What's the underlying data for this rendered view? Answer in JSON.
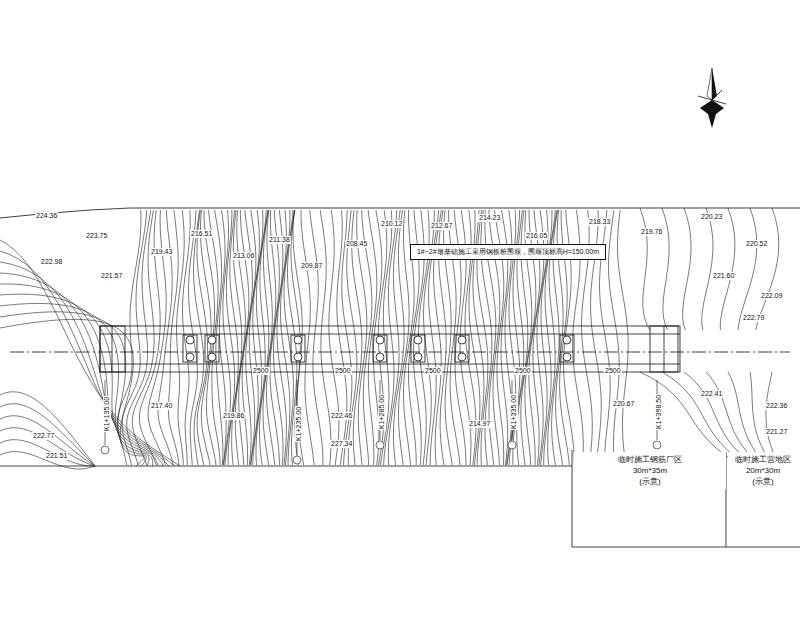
{
  "diagram": {
    "nodes": [
      {
        "text": [
          "1#~2#墩基础施工采用钢板桩围堰，围堰顶标高H=150.00m"
        ]
      },
      {
        "text": [
          "临时施工钢筋厂区",
          "30m*35m",
          "(示意)"
        ]
      },
      {
        "text": [
          "临时施工营地区",
          "20m*30m",
          "(示意)"
        ]
      }
    ],
    "labels": [
      "224.36",
      "223.75",
      "222.98",
      "221.57",
      "219.43",
      "216.51",
      "213.06",
      "211.38",
      "209.87",
      "208.45",
      "210.12",
      "212.67",
      "214.23",
      "216.05",
      "218.33",
      "219.76",
      "220.23",
      "220.52",
      "221.60",
      "222.09",
      "222.79",
      "222.41",
      "222.36",
      "220.67",
      "227.34",
      "222.46",
      "219.86",
      "217.40",
      "214.97",
      "222.77",
      "221.51",
      "221.27",
      "2500",
      "2500",
      "2500",
      "2500",
      "2500",
      "K1+135.00",
      "K1+235.00",
      "K1+285.00",
      "K1+335.00",
      "K1+398.50"
    ]
  }
}
